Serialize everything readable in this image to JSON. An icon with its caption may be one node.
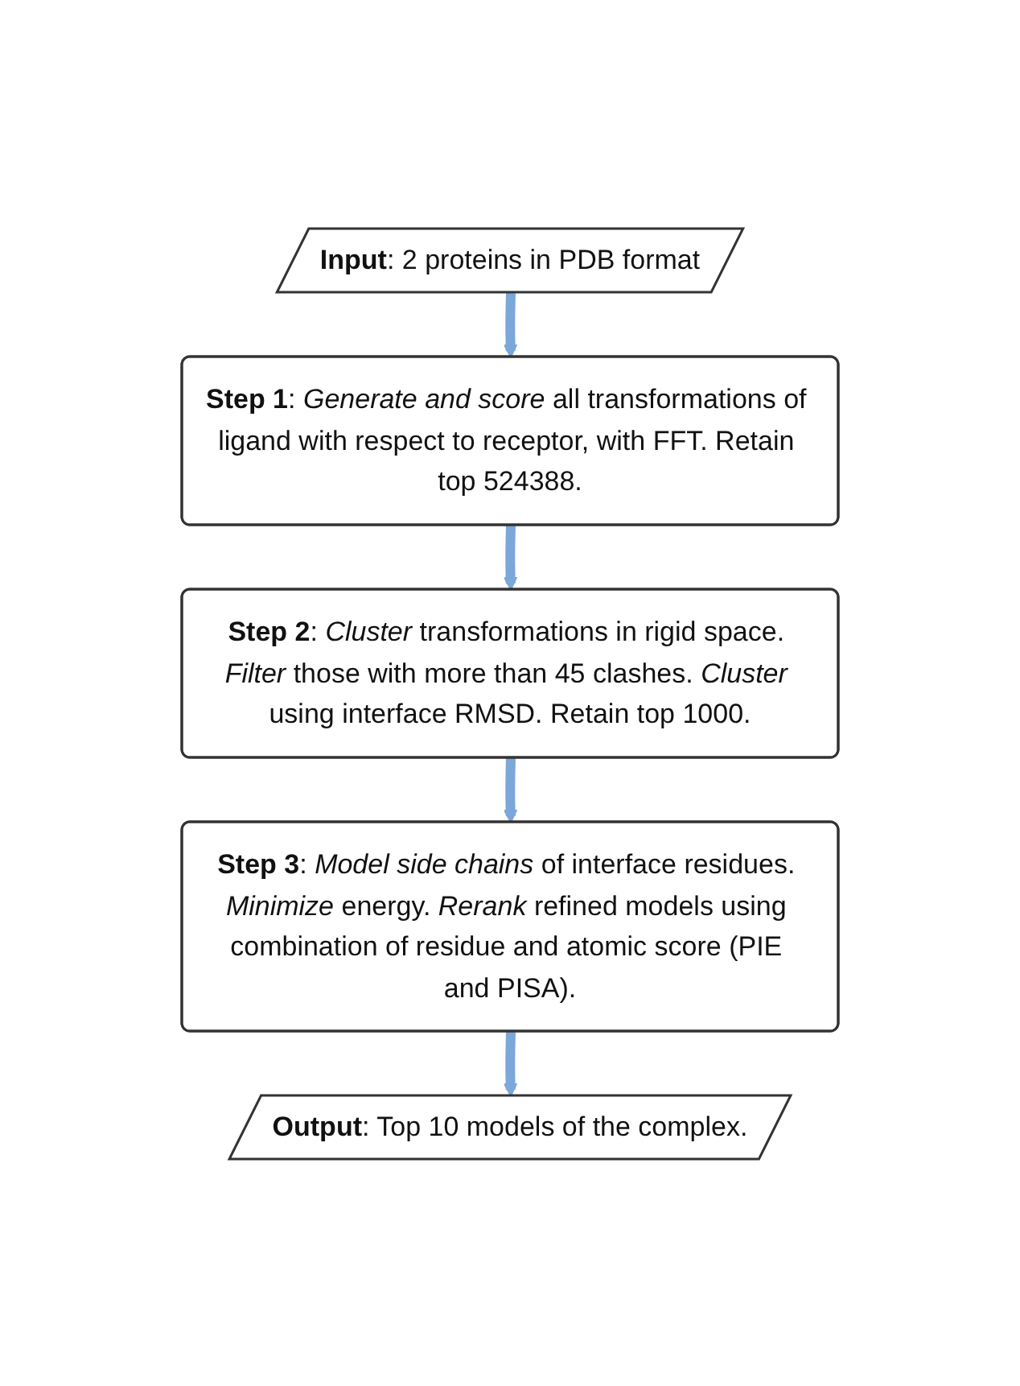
{
  "diagram": {
    "nodes": [
      {
        "text": [
          "**Input**: 2 proteins in PDB format"
        ]
      },
      {
        "text": [
          "**Step 1**: *Generate and score* all transformations of ligand with respect to receptor, with FFT. Retain top 524388."
        ]
      },
      {
        "text": [
          "**Step 2**: *Cluster* transformations in rigid space. *Filter* those with more than 45 clashes. *Cluster* using interface RMSD. Retain top 1000."
        ]
      },
      {
        "text": [
          "**Step 3**: *Model side chains* of interface residues. *Minimize* energy. *Rerank* refined models using combination of residue and atomic score (PIE and PISA)."
        ]
      },
      {
        "text": [
          "**Output**: Top 10 models of the complex."
        ]
      }
    ],
    "edges": [
      {
        "from": 0,
        "to": 1,
        "arrow": "to"
      },
      {
        "from": 1,
        "to": 2,
        "arrow": "to"
      },
      {
        "from": 2,
        "to": 3,
        "arrow": "to"
      },
      {
        "from": 3,
        "to": 4,
        "arrow": "to"
      }
    ]
  }
}
